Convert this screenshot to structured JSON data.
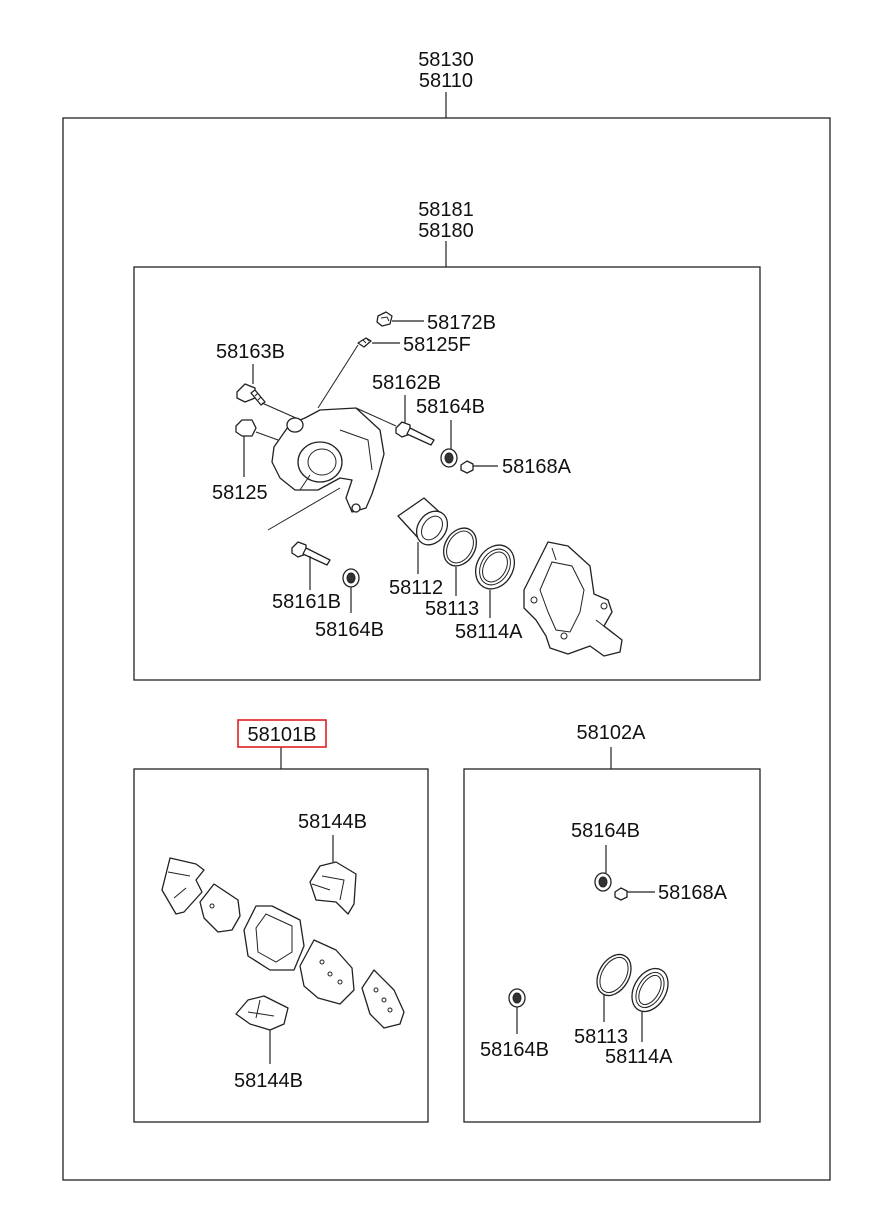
{
  "labels": {
    "assembly_top_1": "58130",
    "assembly_top_2": "58110",
    "caliper_group_1": "58181",
    "caliper_group_2": "58180",
    "p58172B": "58172B",
    "p58125F": "58125F",
    "p58163B": "58163B",
    "p58162B": "58162B",
    "p58164B_upper": "58164B",
    "p58168A_upper": "58168A",
    "p58125": "58125",
    "p58112": "58112",
    "p58113_upper": "58113",
    "p58114A_upper": "58114A",
    "p58161B": "58161B",
    "p58164B_mid": "58164B",
    "pad_kit": "58101B",
    "seal_kit": "58102A",
    "p58144B_top": "58144B",
    "p58144B_bottom": "58144B",
    "p58164B_kit_top": "58164B",
    "p58168A_kit": "58168A",
    "p58164B_kit_bottom": "58164B",
    "p58113_kit": "58113",
    "p58114A_kit": "58114A"
  },
  "highlight": {
    "label": "pad_kit",
    "color": "#e0201e"
  }
}
